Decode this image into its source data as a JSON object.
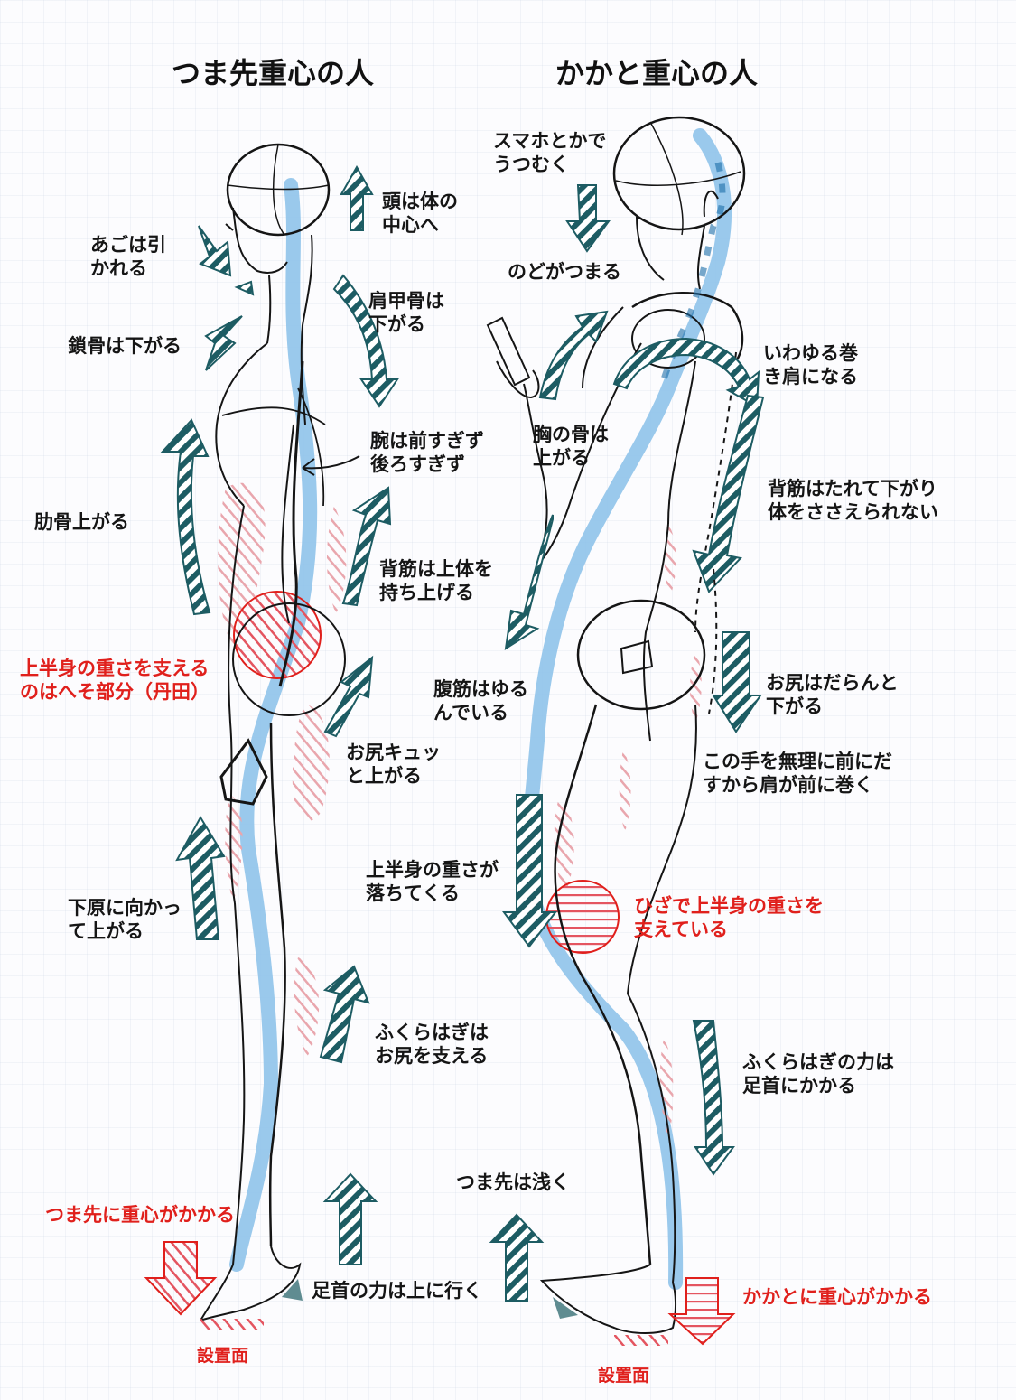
{
  "titles": {
    "left": "つま先重心の人",
    "right": "かかと重心の人"
  },
  "left_labels": {
    "head": "頭は体の\n中心へ",
    "jaw": "あごは引\nかれる",
    "shoulder_blade": "肩甲骨は\n下がる",
    "collarbone": "鎖骨は下がる",
    "arm": "腕は前すぎず\n後ろすぎず",
    "ribs": "肋骨上がる",
    "back_muscle": "背筋は上体を\n持ち上げる",
    "navel_support": "上半身の重さを支える\nのはへそ部分（丹田）",
    "buttocks": "お尻キュッ\nと上がる",
    "thigh": "下原に向かっ\nて上がる",
    "calf": "ふくらはぎは\nお尻を支える",
    "toe_weight": "つま先に重心がかかる",
    "ankle_force": "足首の力は上に行く",
    "ground": "設置面"
  },
  "right_labels": {
    "phone": "スマホとかで\nうつむく",
    "throat": "のどがつまる",
    "rounded_shoulder": "いわゆる巻\nき肩になる",
    "chest_bone": "胸の骨は\n上がる",
    "back_muscle": "背筋はたれて下がり\n体をささえられない",
    "abs": "腹筋はゆる\nんでいる",
    "buttocks": "お尻はだらんと\n下がる",
    "hand": "この手を無理に前にだ\nすから肩が前に巻く",
    "upper_weight": "上半身の重さが\n落ちてくる",
    "knee_support": "ひざで上半身の重さを\n支えている",
    "calf": "ふくらはぎの力は\n足首にかかる",
    "toe_shallow": "つま先は浅く",
    "heel_weight": "かかとに重心がかかる",
    "ground": "設置面"
  },
  "colors": {
    "ink": "#151515",
    "red_text": "#e0201c",
    "spine_blue": "#8fc3ea",
    "arrow_teal": "#1d5c63",
    "pink_hatch": "#e9a6ad"
  }
}
